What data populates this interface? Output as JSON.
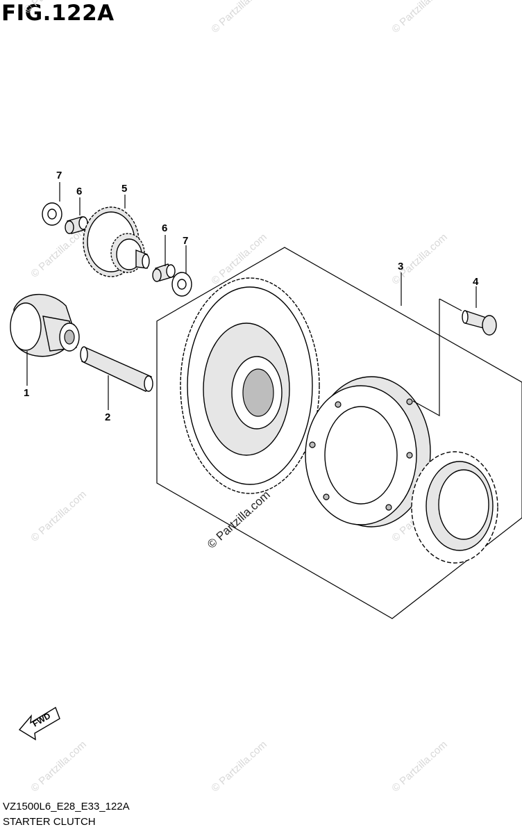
{
  "figure": {
    "title": "FIG.122A",
    "model_code": "VZ1500L6_E28_E33_122A",
    "section_name": "STARTER CLUTCH"
  },
  "watermark": {
    "text": "© Partzilla.com"
  },
  "fwd_arrow": {
    "label": "FWD"
  },
  "callouts": [
    {
      "part": "1",
      "label": "1"
    },
    {
      "part": "2",
      "label": "2"
    },
    {
      "part": "3",
      "label": "3"
    },
    {
      "part": "4",
      "label": "4"
    },
    {
      "part": "5",
      "label": "5"
    },
    {
      "part": "6",
      "label": "6"
    },
    {
      "part": "7",
      "label": "7"
    },
    {
      "part": "6",
      "label": "6"
    },
    {
      "part": "7",
      "label": "7"
    }
  ]
}
